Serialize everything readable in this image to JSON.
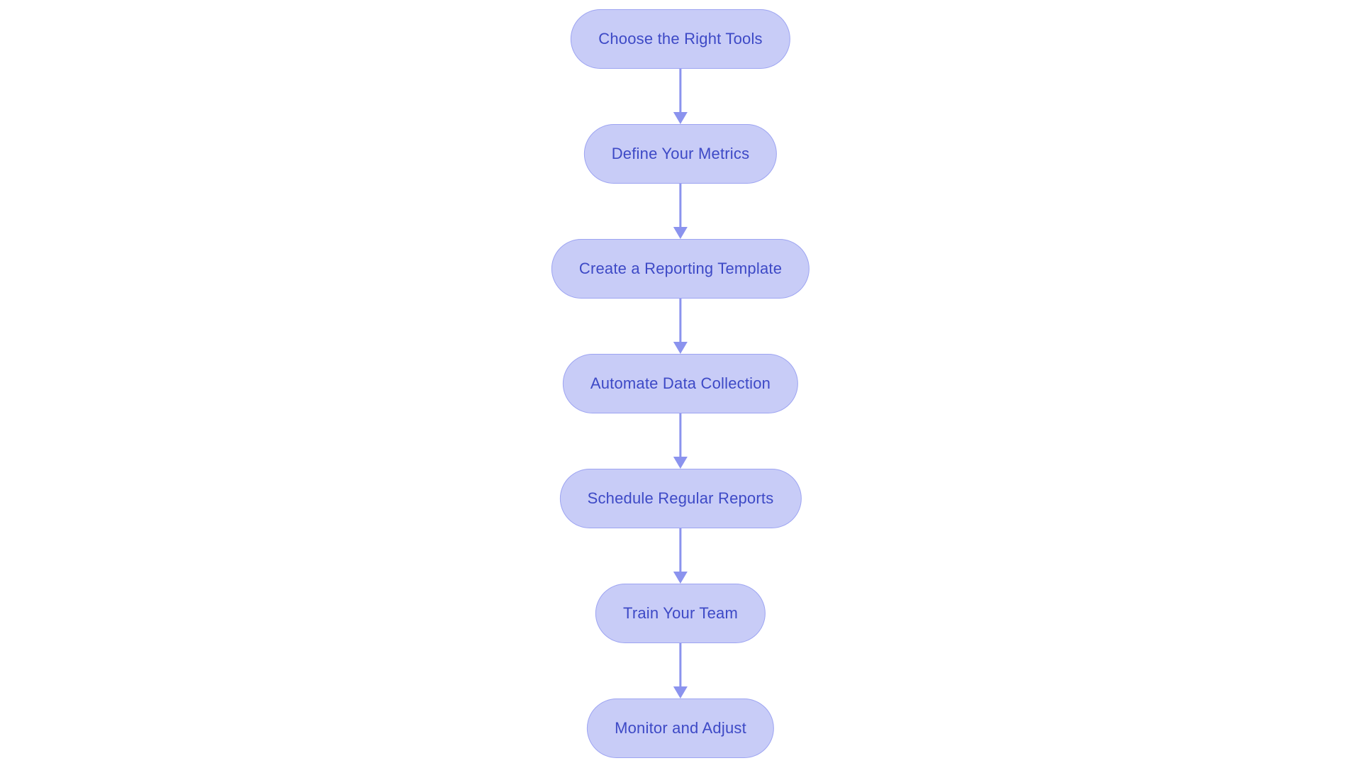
{
  "flowchart": {
    "type": "flowchart",
    "direction": "top-down",
    "nodes": [
      {
        "label": "Choose the Right Tools"
      },
      {
        "label": "Define Your Metrics"
      },
      {
        "label": "Create a Reporting Template"
      },
      {
        "label": "Automate Data Collection"
      },
      {
        "label": "Schedule Regular Reports"
      },
      {
        "label": "Train Your Team"
      },
      {
        "label": "Monitor and Adjust"
      }
    ],
    "connections": [
      {
        "from": 0,
        "to": 1
      },
      {
        "from": 1,
        "to": 2
      },
      {
        "from": 2,
        "to": 3
      },
      {
        "from": 3,
        "to": 4
      },
      {
        "from": 4,
        "to": 5
      },
      {
        "from": 5,
        "to": 6
      }
    ]
  },
  "colors": {
    "background": "#ffffff",
    "node-fill": "#c8ccf7",
    "node-border": "#9da4f2",
    "node-text": "#3d49c6",
    "arrow": "#8b93ee"
  }
}
